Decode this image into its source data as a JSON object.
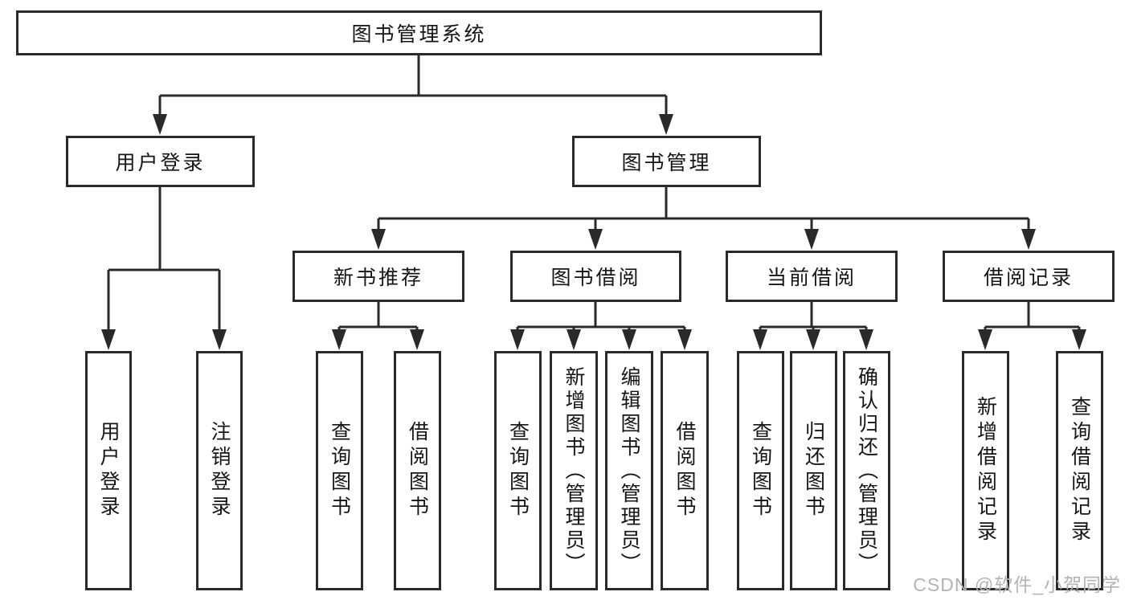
{
  "diagram": {
    "tree": {
      "label": "图书管理系统",
      "children": [
        {
          "label": "用户登录",
          "children": [
            {
              "label": "用户登录"
            },
            {
              "label": "注销登录"
            }
          ]
        },
        {
          "label": "图书管理",
          "children": [
            {
              "label": "新书推荐",
              "children": [
                {
                  "label": "查询图书"
                },
                {
                  "label": "借阅图书"
                }
              ]
            },
            {
              "label": "图书借阅",
              "children": [
                {
                  "label": "查询图书"
                },
                {
                  "label": "新增图书（管理员）"
                },
                {
                  "label": "编辑图书（管理员）"
                },
                {
                  "label": "借阅图书"
                }
              ]
            },
            {
              "label": "当前借阅",
              "children": [
                {
                  "label": "查询图书"
                },
                {
                  "label": "归还图书"
                },
                {
                  "label": "确认归还（管理员）"
                }
              ]
            },
            {
              "label": "借阅记录",
              "children": [
                {
                  "label": "新增借阅记录"
                },
                {
                  "label": "查询借阅记录"
                }
              ]
            }
          ]
        }
      ]
    },
    "colors": {
      "line": "#2a2a2a",
      "box_border": "#2a2a2a",
      "text": "#151515",
      "background": "#ffffff",
      "watermark": "#b3b3b3"
    }
  },
  "watermark": {
    "text": "CSDN @软件_小贺同学"
  }
}
